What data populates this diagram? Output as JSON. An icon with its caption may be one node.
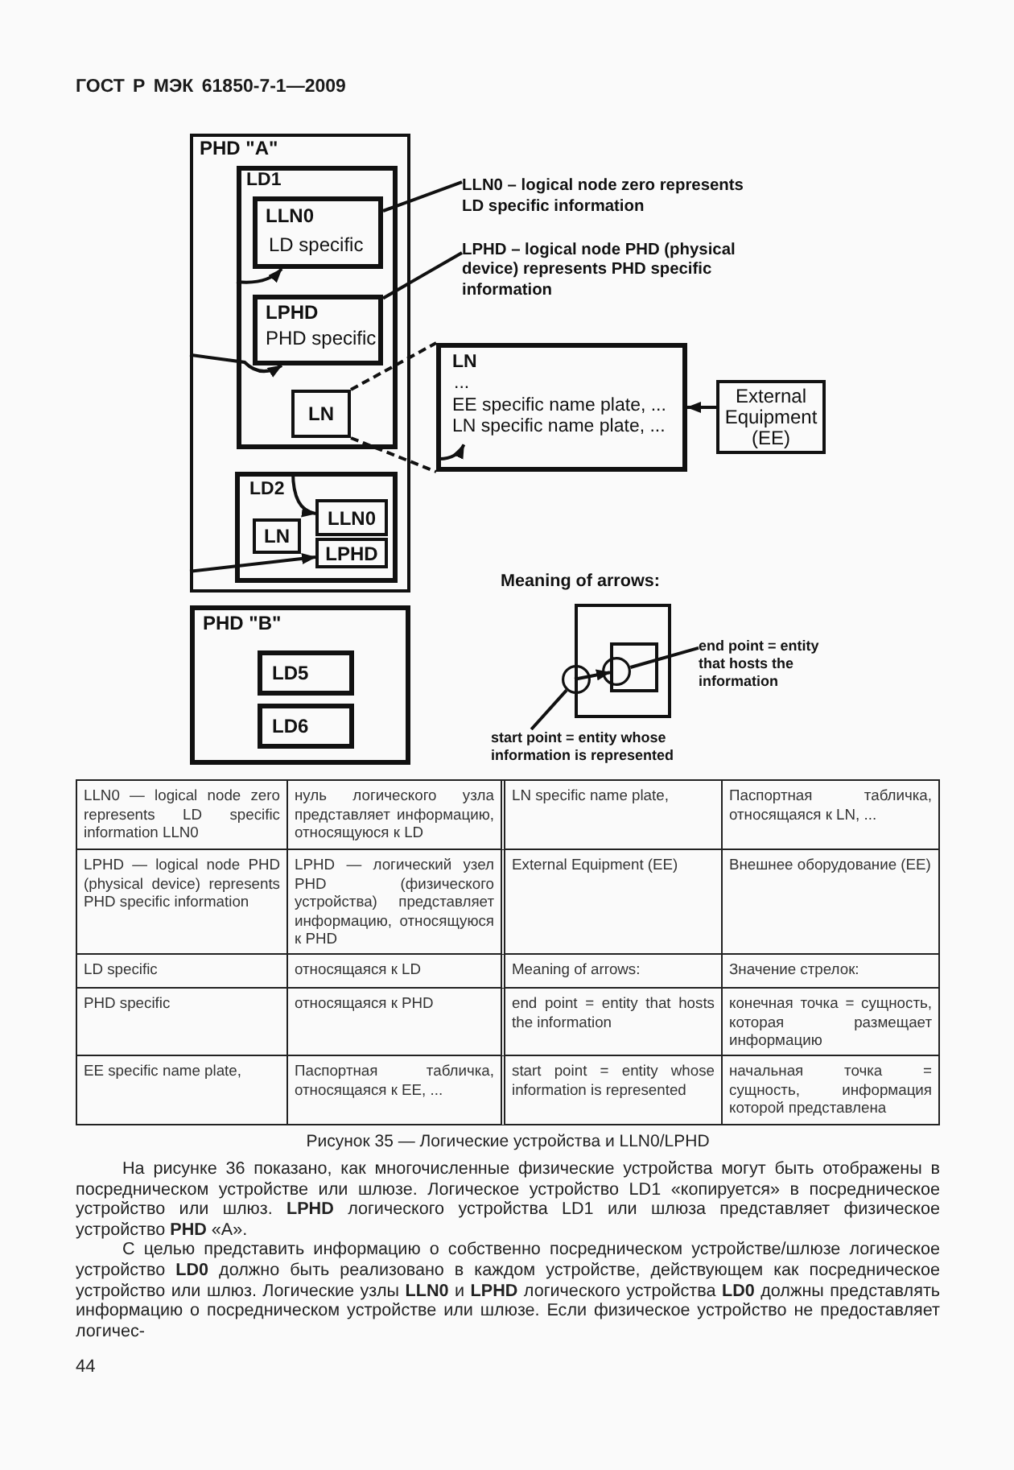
{
  "diagram": {
    "caption": "Рисунок 35 — Логические устройства и LLN0/LPHD",
    "nodes": [
      {
        "text": [
          "PHD \"A\""
        ]
      },
      {
        "text": [
          "LD1"
        ],
        "in": 0
      },
      {
        "text": [
          "LLN0",
          "LD specific"
        ],
        "in": 1
      },
      {
        "text": [
          "LPHD",
          "PHD specific"
        ],
        "in": 1
      },
      {
        "text": [
          "LN"
        ],
        "in": 1
      },
      {
        "text": [
          "LLN0 – logical node zero represents LD specific information"
        ]
      },
      {
        "text": [
          "LPHD – logical node PHD (physical device) represents PHD specific information"
        ]
      },
      {
        "text": [
          "LN",
          "...",
          "EE specific name plate, ...",
          "LN specific name plate, ..."
        ]
      },
      {
        "text": [
          "External Equipment (EE)"
        ]
      },
      {
        "text": [
          "LD2"
        ],
        "in": 0
      },
      {
        "text": [
          "LLN0"
        ],
        "in": 9
      },
      {
        "text": [
          "LN"
        ],
        "in": 9
      },
      {
        "text": [
          "LPHD"
        ],
        "in": 9
      },
      {
        "text": [
          "PHD \"B\""
        ]
      },
      {
        "text": [
          "LD5"
        ],
        "in": 13
      },
      {
        "text": [
          "LD6"
        ],
        "in": 13
      },
      {
        "text": [],
        "shape": "box"
      },
      {
        "text": [],
        "shape": "box",
        "in": 16
      },
      {
        "text": [],
        "shape": "circle"
      },
      {
        "text": [],
        "shape": "circle",
        "in": 16
      },
      {
        "text": [
          "end point = entity that hosts the information"
        ]
      },
      {
        "text": [
          "start point = entity whose information is represented"
        ]
      }
    ],
    "edges": [
      {
        "from": 1,
        "to": 2,
        "arrow": "to"
      },
      {
        "from": 0,
        "to": 3,
        "arrow": "to"
      },
      {
        "from": 5,
        "to": 2,
        "arrow": "none"
      },
      {
        "from": 6,
        "to": 3,
        "arrow": "none"
      },
      {
        "from": 4,
        "to": 7,
        "arrow": "none",
        "style": "dashed"
      },
      {
        "from": 4,
        "to": 7,
        "arrow": "none",
        "style": "dashed"
      },
      {
        "from": 8,
        "to": 7,
        "arrow": "to"
      },
      {
        "from": null,
        "to": 7,
        "arrow": "to"
      },
      {
        "from": 9,
        "to": 10,
        "arrow": "to"
      },
      {
        "from": 0,
        "to": 12,
        "arrow": "to"
      },
      {
        "from": 16,
        "to": 17,
        "arrow": "to"
      },
      {
        "from": 20,
        "to": 19,
        "arrow": "none"
      },
      {
        "from": 21,
        "to": 18,
        "arrow": "none"
      }
    ],
    "labels": [
      "ГОСТ Р МЭК 61850-7-1—2009",
      "Meaning of arrows:",
      "LLN0 — logical node zero represents LD specific information LLN0",
      "нуль логического узла представляет информацию, относящуюся к LD",
      "LN specific name plate,",
      "Паспортная табличка, относящаяся к LN, ...",
      "LPHD — logical node PHD (physical device) represents PHD specific information",
      "LPHD — логический узел PHD (физического устройства) представляет информацию, относящуюся к PHD",
      "External Equipment (EE)",
      "Внешнее оборудование (EE)",
      "LD specific",
      "относящаяся к LD",
      "Meaning of arrows:",
      "Значение стрелок:",
      "PHD specific",
      "относящаяся к PHD",
      "end point = entity that hosts the information",
      "конечная точка = сущность, которая размещает информацию",
      "EE specific name plate,",
      "Паспортная табличка, относящаяся к EE, ...",
      "start point = entity whose information is represented",
      "начальная точка = сущность, информация которой представлена",
      "На рисунке 36 показано, как многочисленные физические устройства могут быть отображены в посредническом устройстве или шлюзе. Логическое устройство LD1 «копируется» в посредническое устройство или шлюз. **LPHD** логического устройства LD1 или шлюза представляет физическое устройство **PHD** «А».",
      "С целью представить информацию о собственно посредническом устройстве/шлюзе логическое устройство **LD0** должно быть реализовано в каждом устройстве, действующем как посредническое устройство или шлюз. Логические узлы **LLN0** и **LPHD** логического устройства **LD0** должны представлять информацию о посредническом устройстве или шлюзе. Если физическое устройство не предоставляет логичес-",
      "44"
    ]
  }
}
